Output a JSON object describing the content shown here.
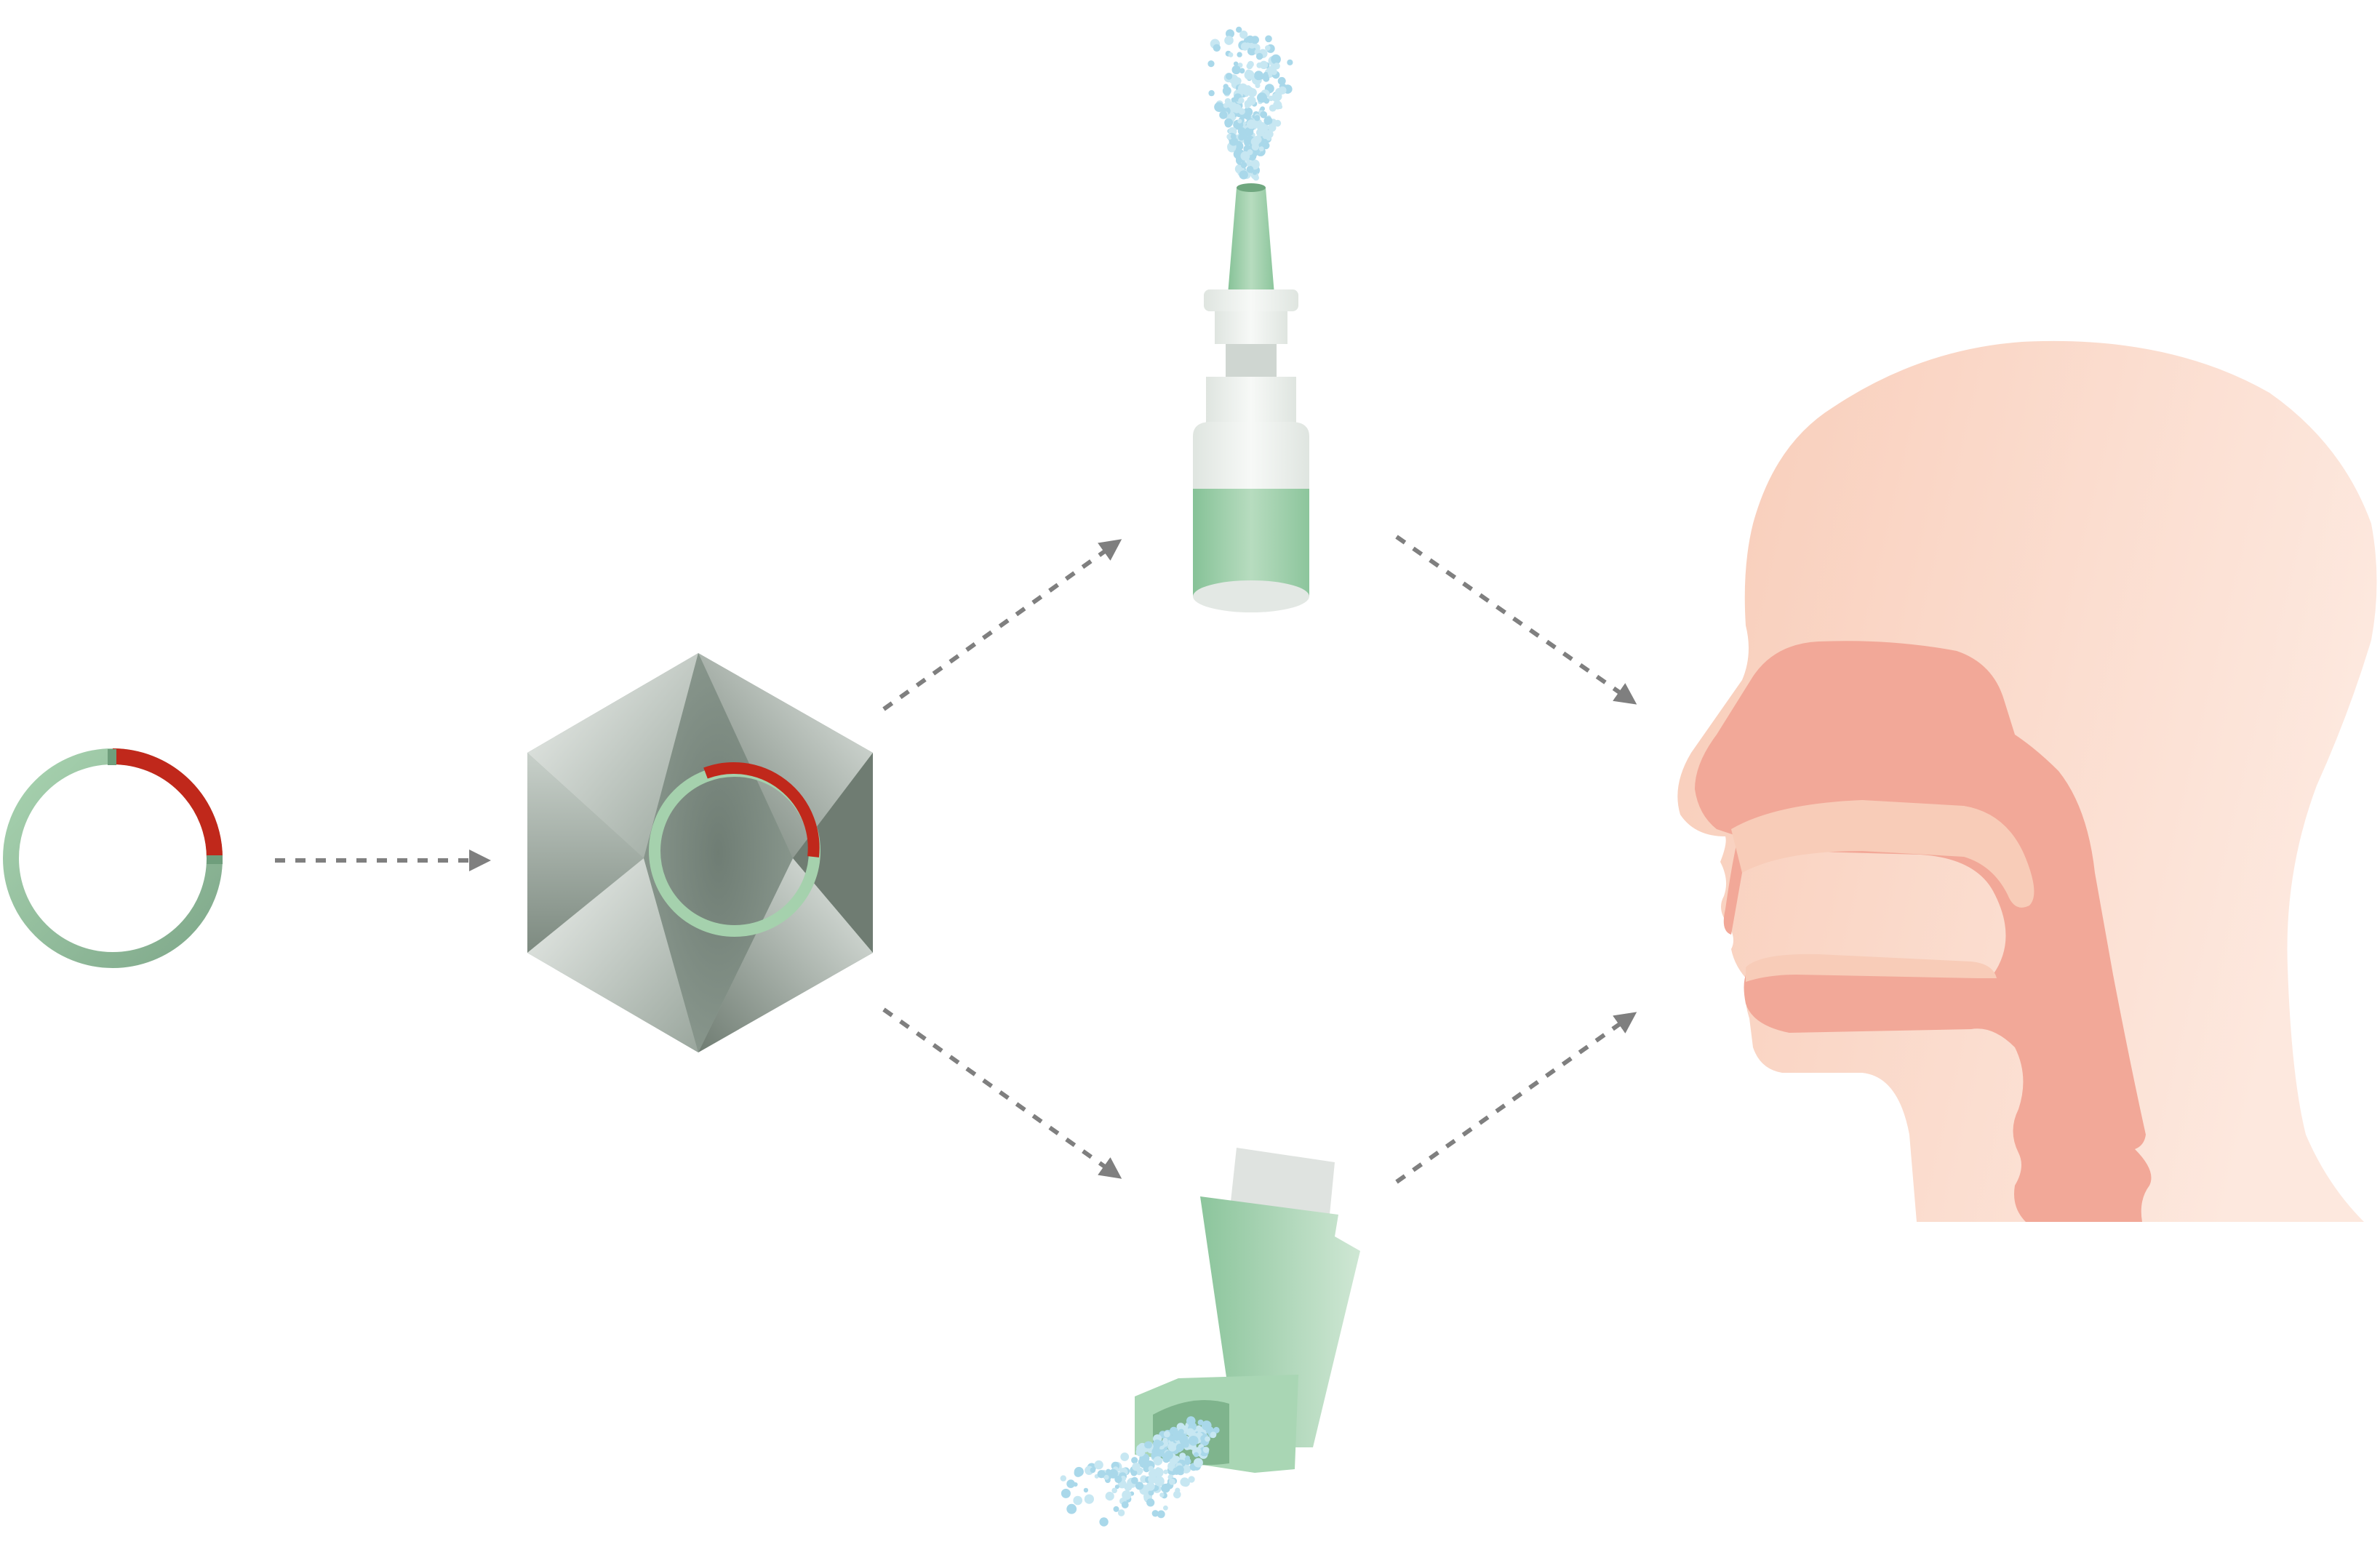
{
  "diagram": {
    "nodes": [
      {
        "id": "plasmid",
        "icon": "plasmid-icon"
      },
      {
        "id": "virus-capsid",
        "icon": "viral-vector-icon"
      },
      {
        "id": "nasal-spray",
        "icon": "nasal-spray-bottle-icon"
      },
      {
        "id": "inhaler",
        "icon": "inhaler-icon"
      },
      {
        "id": "head",
        "icon": "head-cross-section-icon"
      }
    ],
    "edges": [
      {
        "from": "plasmid",
        "to": "virus-capsid",
        "style": "dashed"
      },
      {
        "from": "virus-capsid",
        "to": "nasal-spray",
        "style": "dashed"
      },
      {
        "from": "virus-capsid",
        "to": "inhaler",
        "style": "dashed"
      },
      {
        "from": "nasal-spray",
        "to": "head",
        "style": "dashed"
      },
      {
        "from": "inhaler",
        "to": "head",
        "style": "dashed"
      }
    ],
    "colors": {
      "plasmid_green": "#8fbf9b",
      "insert_red": "#c0281b",
      "capsid_gray": "#7d8b82",
      "device_green": "#9fcfab",
      "mist_blue": "#a9d8ea",
      "skin": "#f9d2c0",
      "airway": "#f2a898",
      "arrow_gray": "#7f7f7f"
    }
  }
}
